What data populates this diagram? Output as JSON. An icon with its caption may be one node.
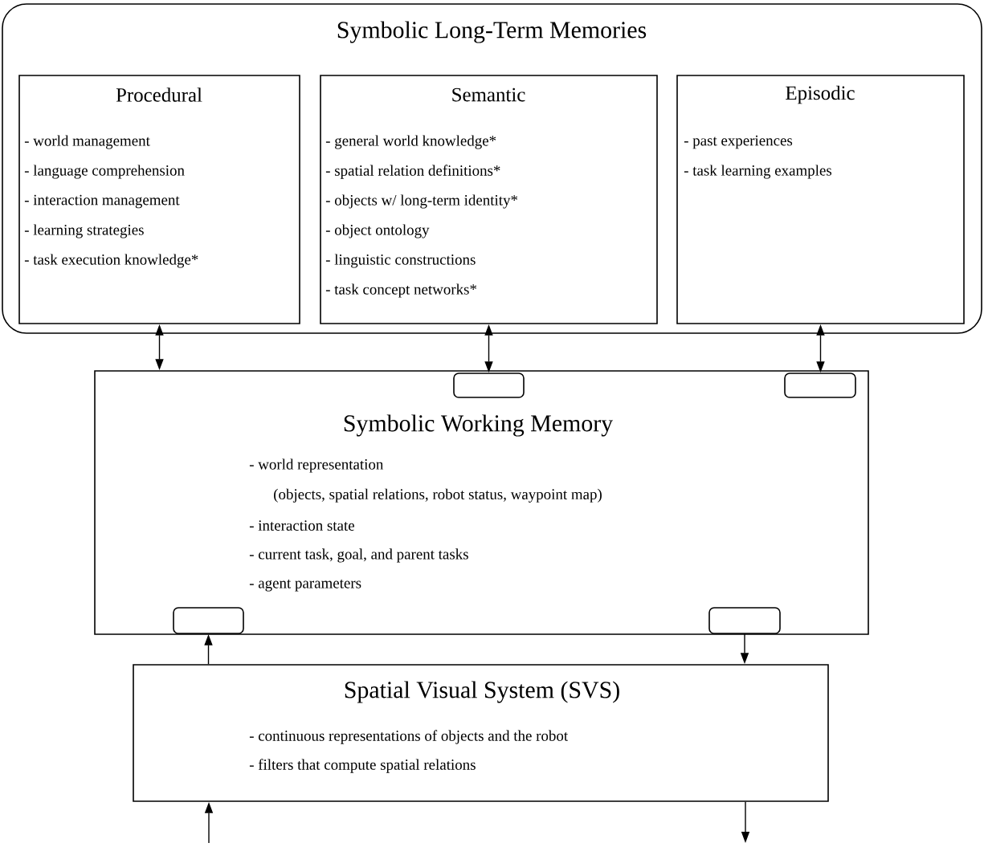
{
  "diagram": {
    "nodes": [
      {
        "text": [
          "Symbolic Long-Term Memories"
        ]
      },
      {
        "text": [
          "Procedural",
          "- world management",
          "- language comprehension",
          "- interaction management",
          "- learning strategies",
          "- task execution knowledge*"
        ],
        "in": 0
      },
      {
        "text": [
          "Semantic",
          "- general world knowledge*",
          "- spatial relation definitions*",
          "- objects w/ long-term identity*",
          "- object ontology",
          "- linguistic constructions",
          "- task concept networks*"
        ],
        "in": 0
      },
      {
        "text": [
          "Episodic",
          "- past experiences",
          "- task learning examples"
        ],
        "in": 0
      },
      {
        "text": [
          "Symbolic Working Memory",
          "- world representation",
          "(objects, spatial relations, robot status, waypoint map)",
          "- interaction state",
          "- current task, goal, and parent tasks",
          "- agent parameters"
        ]
      },
      {
        "text": [],
        "shape": "box",
        "in": 4
      },
      {
        "text": [],
        "shape": "box",
        "in": 4
      },
      {
        "text": [],
        "shape": "box",
        "in": 4
      },
      {
        "text": [],
        "shape": "box",
        "in": 4
      },
      {
        "text": [
          "Spatial Visual System (SVS)",
          "- continuous representations of objects and the robot",
          "- filters that compute spatial relations"
        ]
      }
    ],
    "edges": [
      {
        "from": 1,
        "to": 4,
        "arrow": "both"
      },
      {
        "from": 2,
        "to": 5,
        "arrow": "both"
      },
      {
        "from": 3,
        "to": 6,
        "arrow": "both"
      },
      {
        "from": 9,
        "to": 7,
        "arrow": "to"
      },
      {
        "from": 8,
        "to": 9,
        "arrow": "to"
      },
      {
        "from": null,
        "to": 9,
        "arrow": "to"
      },
      {
        "from": 9,
        "to": null,
        "arrow": "to"
      }
    ]
  }
}
